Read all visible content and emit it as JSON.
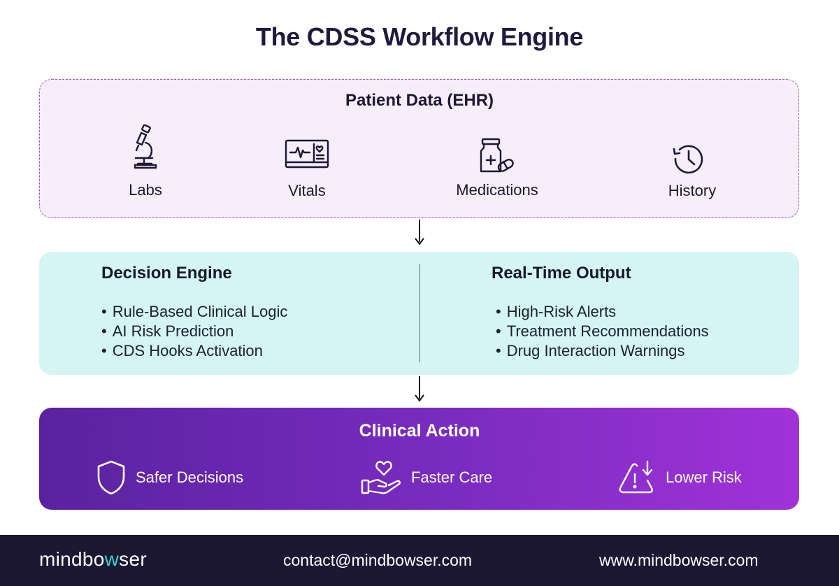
{
  "title": "The CDSS Workflow Engine",
  "patient_data": {
    "title": "Patient Data (EHR)",
    "sources": [
      {
        "label": "Labs",
        "icon": "microscope-icon"
      },
      {
        "label": "Vitals",
        "icon": "vitals-monitor-icon"
      },
      {
        "label": "Medications",
        "icon": "medication-bottle-icon"
      },
      {
        "label": "History",
        "icon": "history-clock-icon"
      }
    ]
  },
  "decision_engine": {
    "title": "Decision Engine",
    "items": [
      "Rule-Based Clinical Logic",
      "AI Risk Prediction",
      "CDS Hooks Activation"
    ]
  },
  "realtime_output": {
    "title": "Real-Time Output",
    "items": [
      "High-Risk Alerts",
      "Treatment Recommendations",
      "Drug Interaction Warnings"
    ]
  },
  "clinical_action": {
    "title": "Clinical Action",
    "items": [
      {
        "label": "Safer Decisions",
        "icon": "shield-icon"
      },
      {
        "label": "Faster Care",
        "icon": "heart-hand-icon"
      },
      {
        "label": "Lower Risk",
        "icon": "warning-down-icon"
      }
    ]
  },
  "footer": {
    "brand_prefix": "mindbo",
    "brand_accent": "w",
    "brand_suffix": "ser",
    "email": "contact@mindbowser.com",
    "website": "www.mindbowser.com"
  },
  "colors": {
    "title": "#1f1a3d",
    "ehr_bg": "#f6eefb",
    "ehr_border": "#8d5bb0",
    "engine_bg": "#d4f5f4",
    "action_gradient_start": "#5a22a0",
    "action_gradient_end": "#a132d8",
    "footer_bg": "#1c1833",
    "brand_accent": "#3fd0cf"
  }
}
